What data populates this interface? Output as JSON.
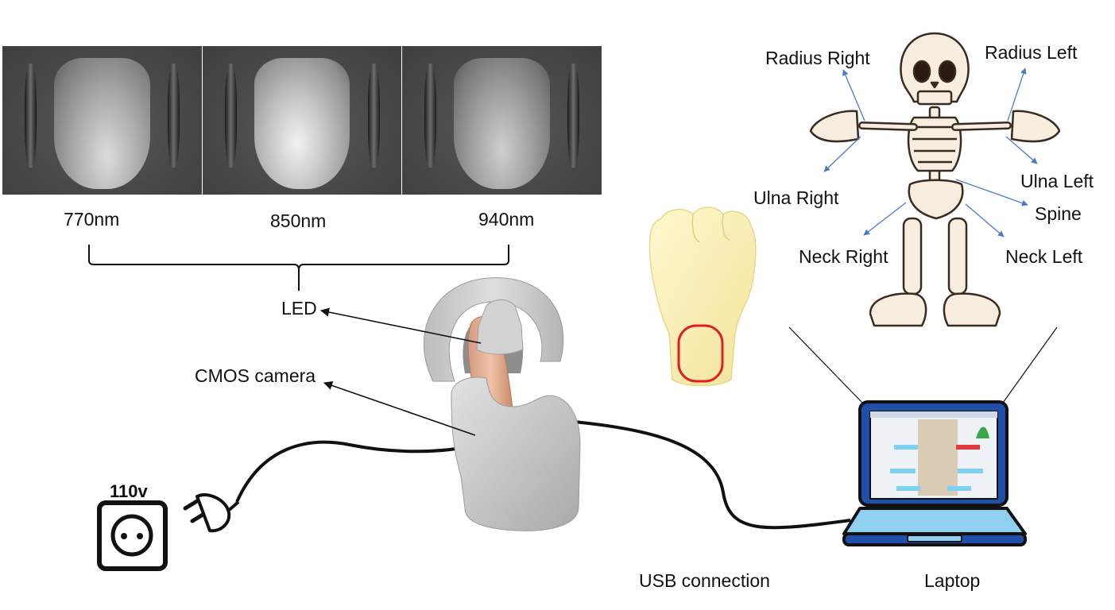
{
  "wavelength_images": {
    "labels": [
      "770nm",
      "850nm",
      "940nm"
    ]
  },
  "device": {
    "led_label": "LED",
    "camera_label": "CMOS camera"
  },
  "power": {
    "voltage": "110v"
  },
  "connection": {
    "usb_label": "USB connection",
    "laptop_label": "Laptop"
  },
  "skeleton": {
    "labels": {
      "radius_right": "Radius Right",
      "radius_left": "Radius Left",
      "ulna_right": "Ulna Right",
      "ulna_left": "Ulna Left",
      "spine": "Spine",
      "neck_right": "Neck Right",
      "neck_left": "Neck Left"
    }
  },
  "colors": {
    "arrow_blue": "#4a7bc4",
    "laptop_blue": "#1f4fa8",
    "screen_blue": "#8fd0f0",
    "device_gray": "#c8c8c8",
    "fist_yellow": "#fbf1b8",
    "roi_red": "#e02020"
  }
}
